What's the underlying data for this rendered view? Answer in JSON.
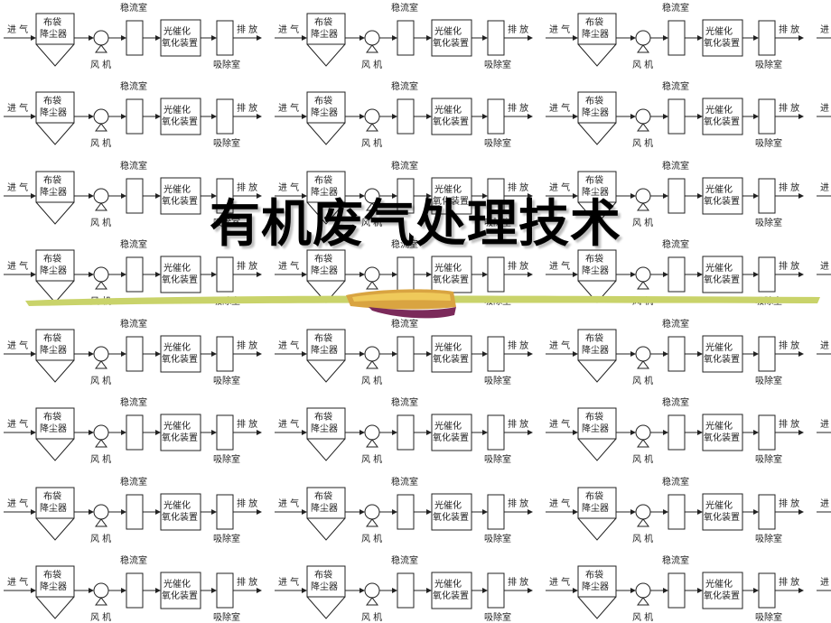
{
  "title": "有机废气处理技术",
  "process": {
    "inlet": "进 气",
    "bag_filter": [
      "布袋",
      "降尘器"
    ],
    "fan": "风 机",
    "stabilizer": "稳流室",
    "photo_oxidizer": [
      "光催化",
      "氧化装置"
    ],
    "absorber": "吸除室",
    "outlet": "排 放"
  },
  "colors": {
    "background": "#ffffff",
    "diagram_ink": "#222222",
    "swoosh_green": "#c9d36a",
    "swoosh_gold": "#d9a441",
    "swoosh_purple": "#7b2a5a"
  }
}
